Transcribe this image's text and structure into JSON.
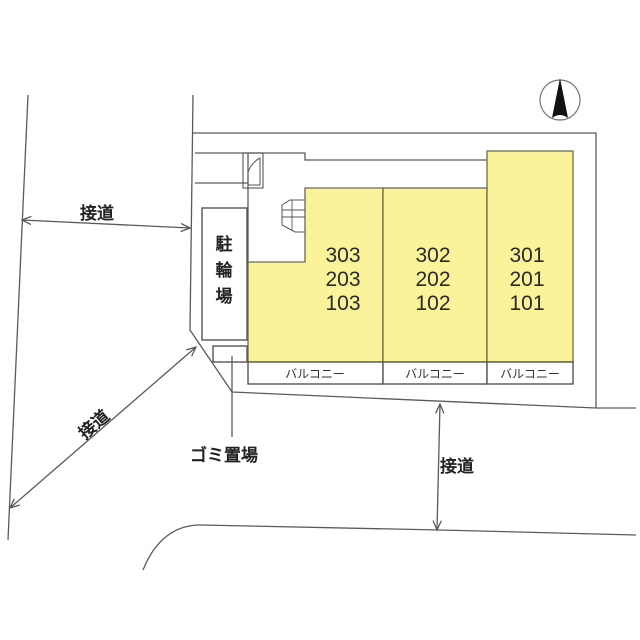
{
  "diagram": {
    "type": "site-layout",
    "compass": {
      "icon": "north-arrow-icon"
    },
    "units": [
      {
        "column": "left",
        "rooms": [
          "303",
          "203",
          "103"
        ],
        "balcony": "バルコニー"
      },
      {
        "column": "middle",
        "rooms": [
          "302",
          "202",
          "102"
        ],
        "balcony": "バルコニー"
      },
      {
        "column": "right",
        "rooms": [
          "301",
          "201",
          "101"
        ],
        "balcony": "バルコニー"
      }
    ],
    "labels": {
      "parking": [
        "駐",
        "輪",
        "場"
      ],
      "garbage": "ゴミ置場",
      "road_top_left": "接道",
      "road_diagonal": "接道",
      "road_bottom": "接道"
    },
    "colors": {
      "unit_fill": "#fbf39a",
      "line": "#5a5a5a",
      "background": "#ffffff"
    }
  }
}
